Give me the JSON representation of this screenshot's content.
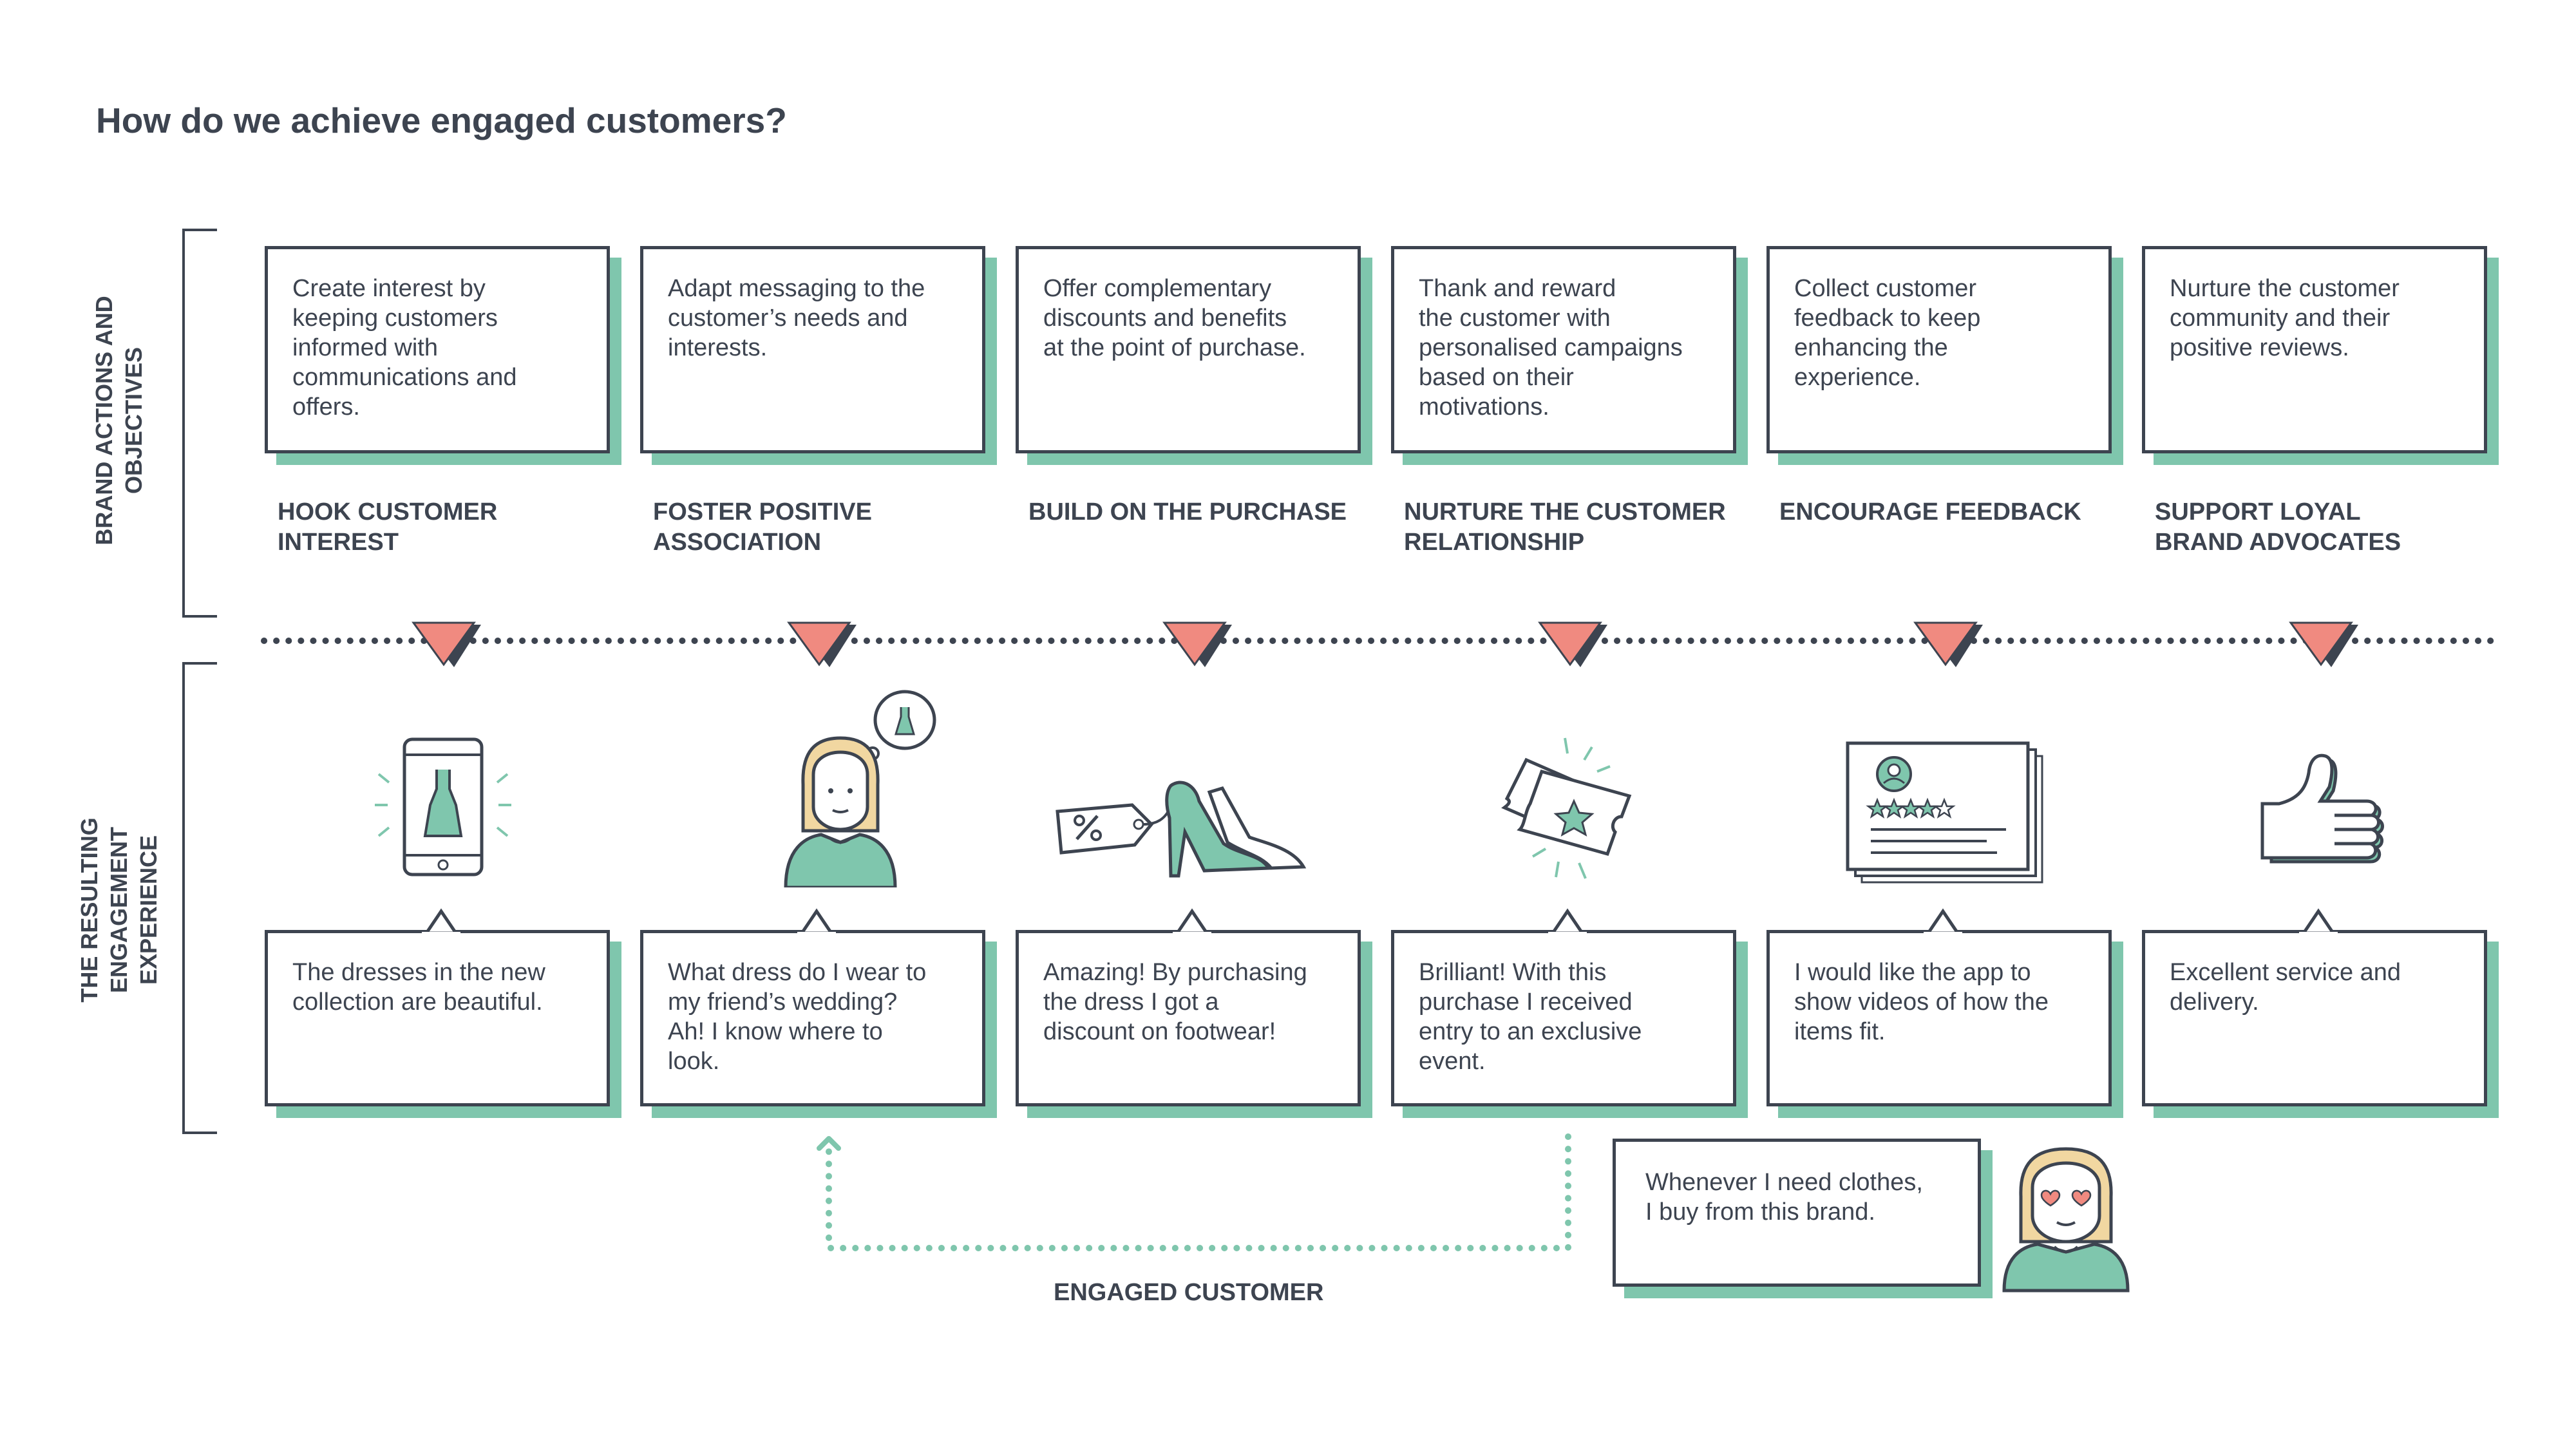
{
  "title": "How do we achieve engaged customers?",
  "side_labels": {
    "top": "BRAND ACTIONS AND\nOBJECTIVES",
    "bottom": "THE RESULTING\nENGAGEMENT EXPERIENCE"
  },
  "actions": [
    "Create interest by\nkeeping customers\ninformed with\ncommunications and\noffers.",
    "Adapt messaging to the\ncustomer’s needs and\ninterests.",
    "Offer complementary\ndiscounts and benefits\nat the point of purchase.",
    "Thank and reward\nthe customer with\npersonalised campaigns\nbased on their\nmotivations.",
    "Collect customer\nfeedback to keep\nenhancing the\nexperience.",
    "Nurture the customer\ncommunity and their\npositive reviews."
  ],
  "stages": [
    "HOOK CUSTOMER\nINTEREST",
    "FOSTER POSITIVE\nASSOCIATION",
    "BUILD ON THE PURCHASE",
    "NURTURE THE CUSTOMER\nRELATIONSHIP",
    "ENCOURAGE FEEDBACK",
    "SUPPORT LOYAL\nBRAND ADVOCATES"
  ],
  "experiences": [
    "The dresses in the new\ncollection are beautiful.",
    "What dress do I wear to\nmy friend’s wedding?\nAh! I know where to\nlook.",
    "Amazing! By purchasing\nthe dress I got a\ndiscount on footwear!",
    "Brilliant! With this\npurchase I received\nentry to an exclusive\nevent.",
    "I would like the app to\nshow videos of how the\nitems fit.",
    "Excellent service and\ndelivery."
  ],
  "icons": [
    "phone-dress-icon",
    "thinking-woman-icon",
    "shoe-discount-icon",
    "tickets-icon",
    "review-card-icon",
    "thumbs-up-icon"
  ],
  "engaged": {
    "quote": "Whenever I need clothes,\nI buy from this brand.",
    "label": "ENGAGED CUSTOMER",
    "icon": "happy-woman-icon"
  },
  "colors": {
    "teal": "#7fc6ad",
    "marker": "#f08a80",
    "ink": "#3d4450"
  }
}
